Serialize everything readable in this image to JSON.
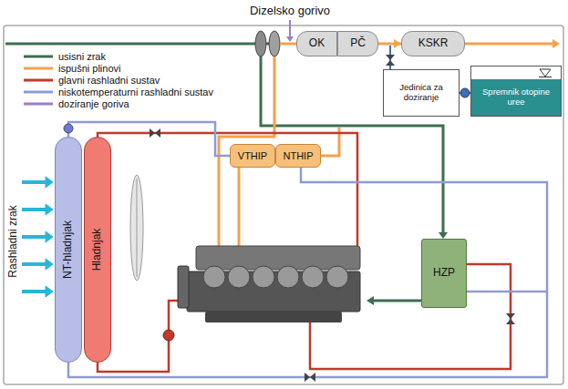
{
  "diagram": {
    "nodes": [
      {
        "text": [
          "OK"
        ]
      },
      {
        "text": [
          "PČ"
        ]
      },
      {
        "text": [
          "KSKR"
        ]
      },
      {
        "text": [
          "Jedinica za doziranje"
        ]
      },
      {
        "text": [
          "Spremnik otopine uree"
        ]
      },
      {
        "text": [
          "VTHIP"
        ]
      },
      {
        "text": [
          "NTHIP"
        ]
      },
      {
        "text": [
          "NT-hladnjak"
        ]
      },
      {
        "text": [
          "Hladnjak"
        ]
      },
      {
        "text": [
          "HZP"
        ]
      }
    ],
    "edges": [
      {
        "from": 1,
        "to": 2,
        "arrow": "to"
      },
      {
        "from": 4,
        "to": 3,
        "arrow": "none"
      }
    ],
    "labels": [
      "Dizelsko gorivo",
      "Rashladni zrak"
    ],
    "legend": [
      {
        "text": "usisni zrak"
      },
      {
        "text": "ispušni plinovi"
      },
      {
        "text": "glavni rashladni sustav"
      },
      {
        "text": "niskotemperaturni rashladni sustav"
      },
      {
        "text": "doziranje goriva"
      }
    ]
  }
}
